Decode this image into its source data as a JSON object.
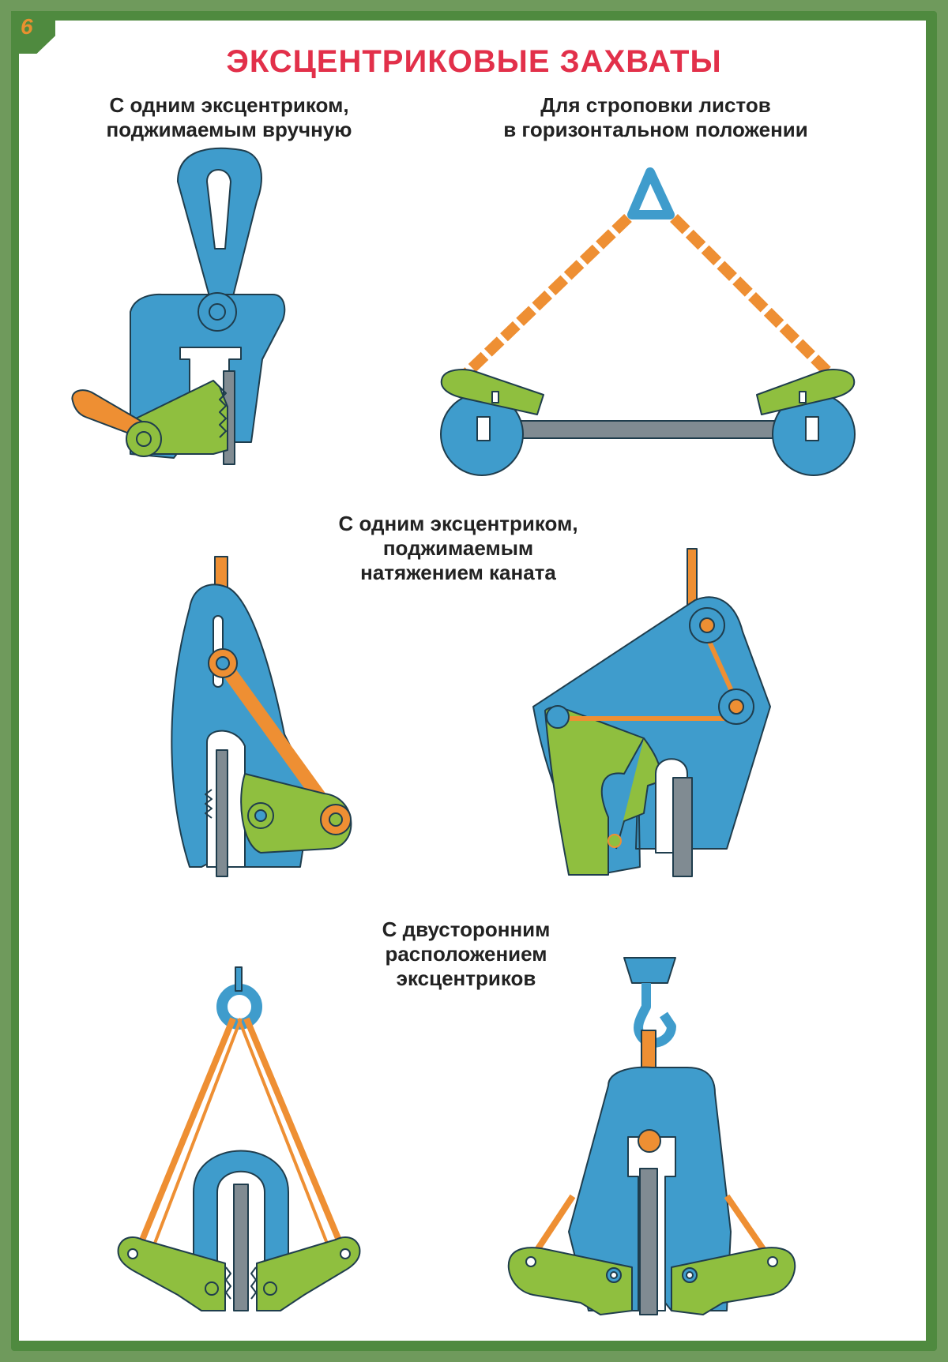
{
  "page_number": "6",
  "title": "ЭКСЦЕНТРИКОВЫЕ ЗАХВАТЫ",
  "captions": {
    "manual": "С одним эксцентриком,\nподжимаемым вручную",
    "horizontal": "Для строповки листов\nв горизонтальном положении",
    "rope": "С одним эксцентриком,\nподжимаемым\nнатяжением каната",
    "double": "С двусторонним\nрасположением\nэксцентриков"
  },
  "colors": {
    "blue": "#3f9ccc",
    "green": "#8fbf3f",
    "orange": "#ee8f33",
    "steel": "#808b92",
    "frame": "#4f8a3f",
    "title": "#e2304a"
  }
}
